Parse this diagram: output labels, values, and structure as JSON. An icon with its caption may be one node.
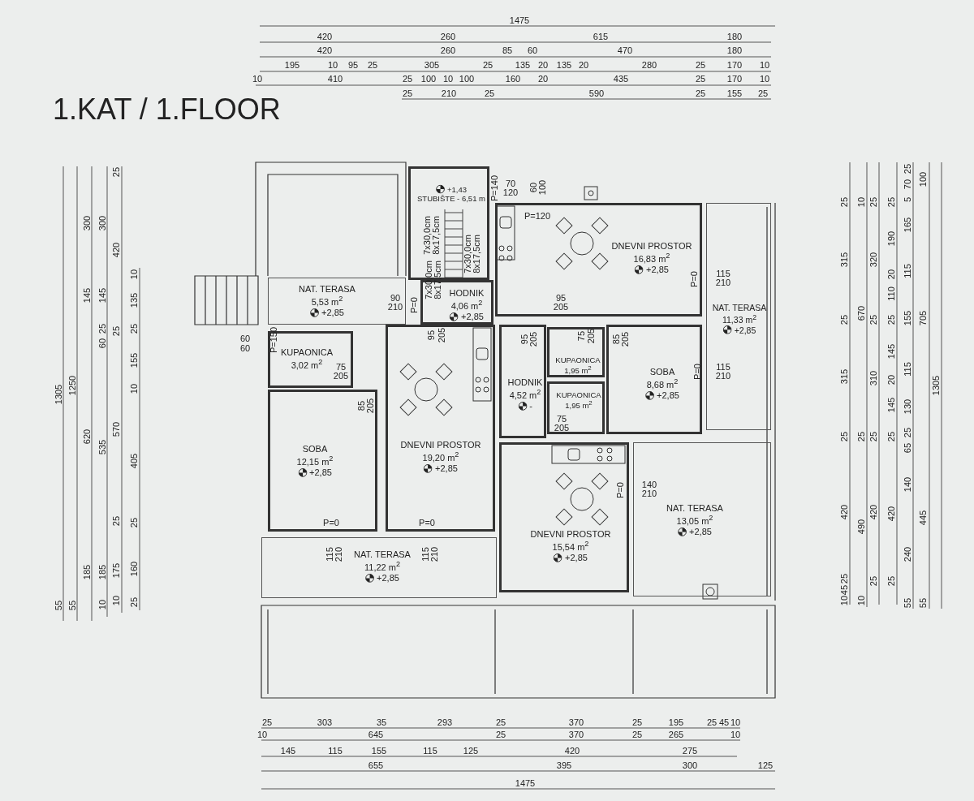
{
  "diagram": {
    "title": "1.KAT / 1.FLOOR",
    "nodes": [
      {
        "text": [
          "+1,43",
          "STUBIŠTE - 6,51 m"
        ]
      },
      {
        "text": [
          "NAT. TERASA",
          "5,53 m$^{2}$",
          "+2,85"
        ]
      },
      {
        "text": [
          "HODNIK",
          "4,06 m$^{2}$",
          "+2,85"
        ]
      },
      {
        "text": [
          "KUPAONICA",
          "3,02 m$^{2}$"
        ]
      },
      {
        "text": [
          "SOBA",
          "12,15 m$^{2}$",
          "+2,85"
        ]
      },
      {
        "text": [
          "DNEVNI PROSTOR",
          "19,20 m$^{2}$",
          "+2,85"
        ]
      },
      {
        "text": [
          "NAT. TERASA",
          "11,22 m$^{2}$",
          "+2,85"
        ]
      },
      {
        "text": [
          "DNEVNI PROSTOR",
          "16,83 m$^{2}$",
          "+2,85"
        ]
      },
      {
        "text": [
          "NAT. TERASA",
          "11,33 m$^{2}$",
          "+2,85"
        ]
      },
      {
        "text": [
          "HODNIK",
          "4,52 m$^{2}$",
          "-"
        ]
      },
      {
        "text": [
          "KUPAONICA",
          "1,95 m$^{2}$"
        ]
      },
      {
        "text": [
          "KUPAONICA",
          "1,95 m$^{2}$"
        ]
      },
      {
        "text": [
          "SOBA",
          "8,68 m$^{2}$",
          "+2,85"
        ]
      },
      {
        "text": [
          "DNEVNI PROSTOR",
          "15,54 m$^{2}$",
          "+2,85"
        ]
      },
      {
        "text": [
          "NAT. TERASA",
          "13,05 m$^{2}$",
          "+2,85"
        ]
      }
    ],
    "labels": [
      "1475",
      "420",
      "260",
      "615",
      "180",
      "420",
      "260",
      "85",
      "60",
      "470",
      "180",
      "195",
      "10",
      "95",
      "25",
      "305",
      "25",
      "135",
      "20",
      "135",
      "20",
      "280",
      "25",
      "170",
      "10",
      "10",
      "410",
      "25",
      "100",
      "10",
      "100",
      "160",
      "20",
      "435",
      "25",
      "170",
      "10",
      "25",
      "210",
      "25",
      "590",
      "25",
      "155",
      "25",
      "1305",
      "55",
      "1250",
      "55",
      "300",
      "145",
      "620",
      "185",
      "300",
      "145",
      "25",
      "60",
      "535",
      "185",
      "10",
      "25",
      "420",
      "25",
      "570",
      "25",
      "175",
      "10",
      "10",
      "135",
      "25",
      "155",
      "10",
      "405",
      "25",
      "160",
      "25",
      "25",
      "315",
      "25",
      "315",
      "25",
      "420",
      "25",
      "45",
      "10",
      "10",
      "670",
      "25",
      "490",
      "10",
      "25",
      "320",
      "25",
      "310",
      "25",
      "420",
      "25",
      "25",
      "190",
      "20",
      "110",
      "25",
      "145",
      "20",
      "145",
      "25",
      "420",
      "25",
      "25",
      "70",
      "5",
      "165",
      "115",
      "155",
      "115",
      "130",
      "25",
      "65",
      "140",
      "240",
      "55",
      "100",
      "705",
      "445",
      "55",
      "1305",
      "25",
      "303",
      "35",
      "293",
      "25",
      "370",
      "25",
      "195",
      "25",
      "45",
      "10",
      "10",
      "645",
      "25",
      "370",
      "25",
      "265",
      "10",
      "145",
      "115",
      "155",
      "115",
      "125",
      "420",
      "275",
      "655",
      "395",
      "300",
      "125",
      "1475",
      "70",
      "120",
      "60",
      "100",
      "P=140",
      "P=120",
      "7x30,0cm",
      "8x17,5cm",
      "7x30,0cm",
      "8x17,5cm",
      "7x30,0cm",
      "8x17,5cm",
      "90",
      "210",
      "P=0",
      "95",
      "205",
      "95",
      "205",
      "P=150",
      "60",
      "60",
      "75",
      "205",
      "85",
      "205",
      "95",
      "205",
      "75",
      "205",
      "85",
      "205",
      "P=0",
      "115",
      "210",
      "P=0",
      "115",
      "210",
      "75",
      "205",
      "P=0",
      "140",
      "210",
      "P=0",
      "P=0",
      "115",
      "210",
      "115",
      "210"
    ]
  }
}
